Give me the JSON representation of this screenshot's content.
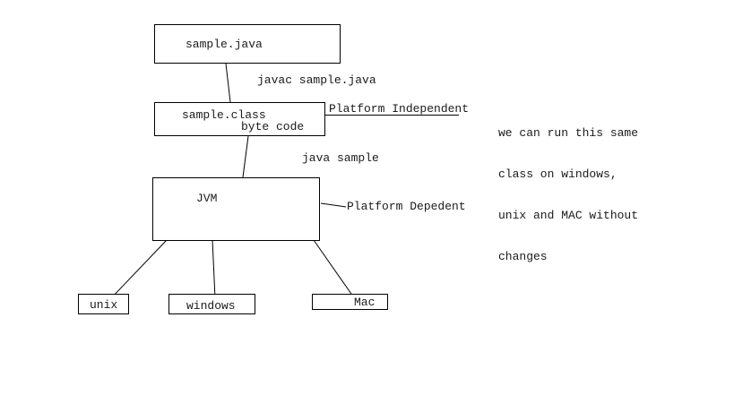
{
  "boxes": {
    "sample_java": "sample.java",
    "sample_class": "sample.class",
    "byte_code": "byte code",
    "jvm": "JVM",
    "unix": "unix",
    "windows": "windows",
    "mac": "Mac"
  },
  "labels": {
    "javac_command": "javac sample.java",
    "java_command": "java sample",
    "platform_independent": "Platform Independent",
    "platform_dependent": "Platform Depedent"
  },
  "note": {
    "line1": "we can run this same",
    "line2": "class on windows,",
    "line3": "unix and MAC without",
    "line4": "changes"
  },
  "colors": {
    "ink": "#1a1a1a",
    "line": "#000000",
    "canvas": "#ffffff"
  }
}
